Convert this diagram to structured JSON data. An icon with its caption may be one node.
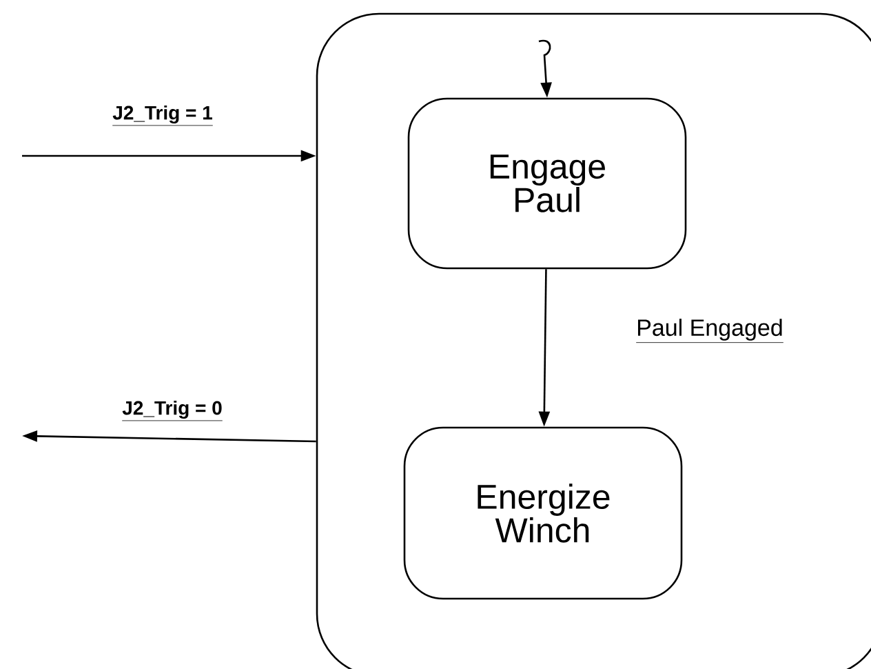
{
  "diagram": {
    "nodes": [
      {
        "text": [],
        "shape": "box"
      },
      {
        "text": [
          "Engage Paul"
        ],
        "in": 0
      },
      {
        "text": [
          "Energize Winch"
        ],
        "in": 0
      }
    ],
    "edges": [
      {
        "from": null,
        "to": 0,
        "arrow": "to",
        "label": "J2_Trig = 1"
      },
      {
        "from": 0,
        "to": null,
        "arrow": "to",
        "label": "J2_Trig = 0"
      },
      {
        "from": null,
        "to": 1,
        "arrow": "to"
      },
      {
        "from": 1,
        "to": 2,
        "arrow": "to",
        "label": "Paul Engaged"
      }
    ]
  }
}
